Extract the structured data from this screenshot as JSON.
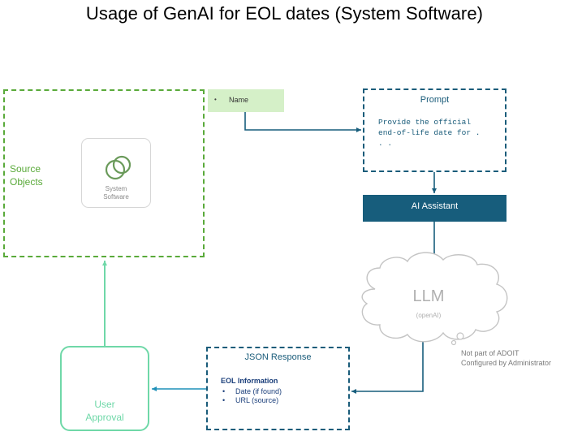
{
  "title": "Usage of GenAI for EOL dates (System Software)",
  "source": {
    "label_line1": "Source",
    "label_line2": "Objects",
    "card_line1": "System",
    "card_line2": "Software"
  },
  "name_attr": {
    "bullet": "•",
    "label": "Name"
  },
  "prompt": {
    "title": "Prompt",
    "text": "Provide the official\nend-of-life date for .\n. ."
  },
  "ai_assistant": {
    "label": "AI Assistant"
  },
  "llm": {
    "label": "LLM",
    "sub": "(openAI)"
  },
  "note": {
    "line1": "Not part of ADOIT",
    "line2": "Configured by Administrator"
  },
  "json_response": {
    "title": "JSON Response",
    "heading": "EOL Information",
    "items": [
      "Date (if found)",
      "URL (source)"
    ],
    "bullet": "•"
  },
  "user": {
    "line1": "User",
    "line2": "Approval"
  },
  "colors": {
    "source_border": "#5aaa3a",
    "name_fill": "#d5f0c8",
    "dark_blue": "#175d7c",
    "arrow_teal": "#1e90b8",
    "user_green": "#6fd8a8",
    "llm_grey": "#b0b0b0"
  },
  "icons": [
    "overlapping-circles-icon",
    "user-avatar-icon",
    "cloud-shape"
  ]
}
